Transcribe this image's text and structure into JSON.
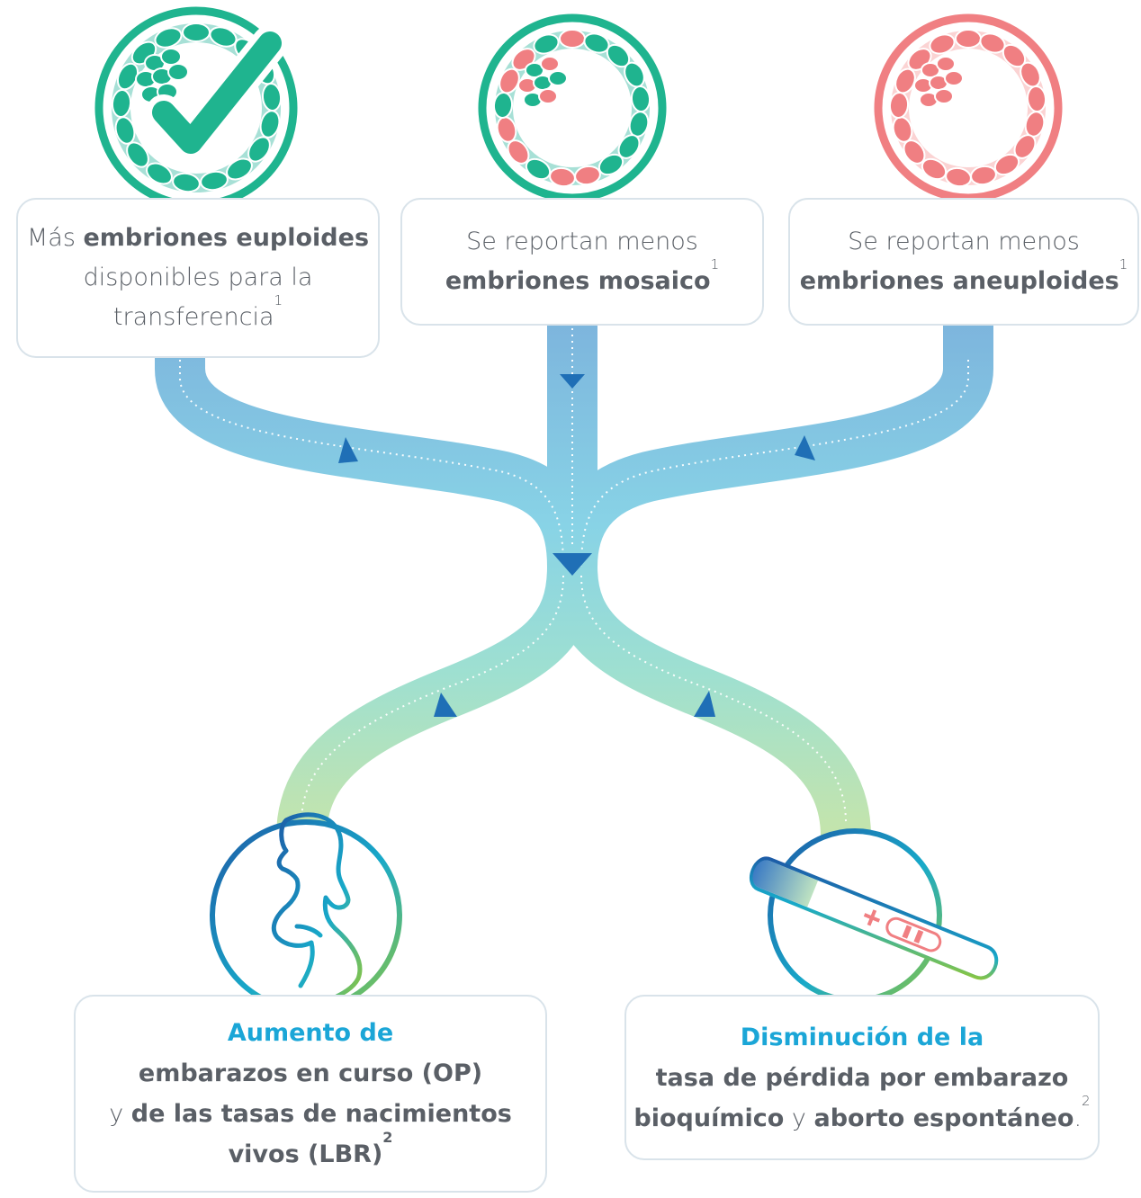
{
  "colors": {
    "teal": "#1fb48f",
    "teal_light": "#a7e0d6",
    "coral": "#f07f82",
    "coral_light": "#fbd3d3",
    "path_blue": "#7db5dd",
    "path_green": "#bfe2ad",
    "arrow_blue": "#1f6fb6",
    "accent_text": "#1ba6d7"
  },
  "icons": {
    "top_left": "euploid-embryo-check-icon",
    "top_center": "mosaic-embryo-icon",
    "top_right": "aneuploid-embryo-icon",
    "bottom_left": "pregnant-woman-icon",
    "bottom_right": "pregnancy-test-icon"
  },
  "cards": {
    "euploid": {
      "pre": "Más ",
      "bold": "embriones euploides",
      "line2": "disponibles para la",
      "line3": "transferencia",
      "sup": "1"
    },
    "mosaic": {
      "line1": "Se reportan menos",
      "bold": "embriones mosaico",
      "sup": "1"
    },
    "aneuploid": {
      "line1": "Se reportan menos",
      "bold": "embriones aneuploides",
      "sup": "1"
    },
    "op": {
      "accent": "Aumento de",
      "bold1": "embarazos en curso (OP)",
      "y": "y ",
      "bold2": "de las tasas de nacimientos",
      "bold3": "vivos (LBR)",
      "sup": "2"
    },
    "loss": {
      "accent": "Disminución de la",
      "bold1": "tasa de pérdida por embarazo",
      "bold2": "bioquímico",
      "y": " y ",
      "bold3": "aborto espontáneo",
      "end": ".",
      "sup": "2"
    }
  }
}
